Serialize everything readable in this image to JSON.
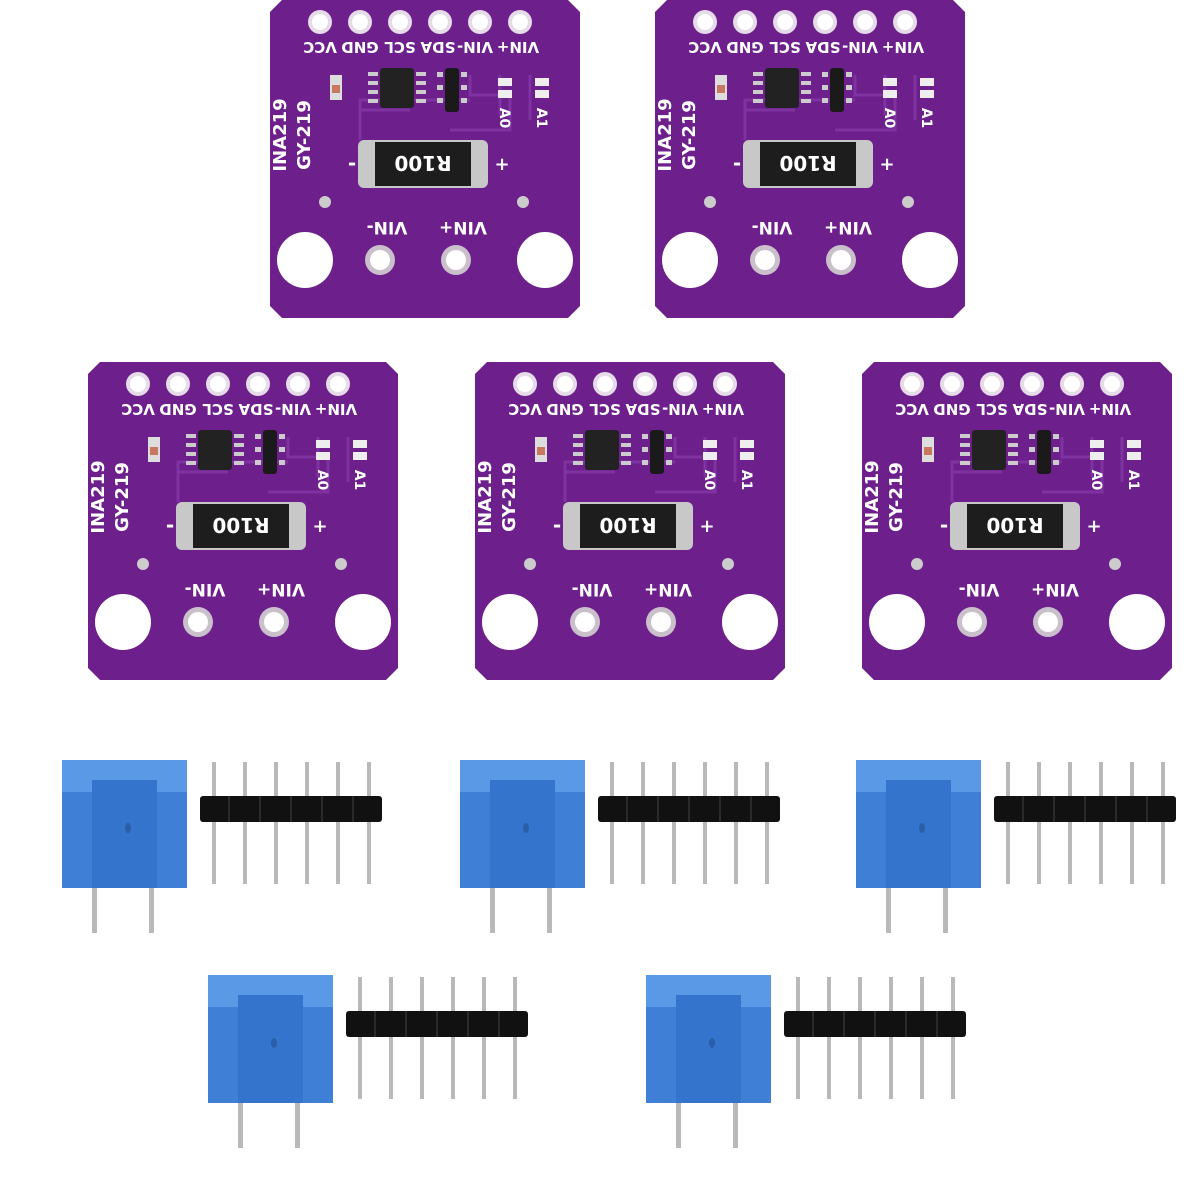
{
  "board": {
    "pin_labels": [
      "VCC",
      "GND",
      "SCL",
      "SDA",
      "VIN-",
      "VIN+"
    ],
    "chip_label": "INA219",
    "model_label": "GY-219",
    "resistor_label": "R100",
    "addr_labels": [
      "A0",
      "A1"
    ],
    "minus": "-",
    "plus": "+",
    "terminal_labels": [
      "VIN-",
      "VIN+"
    ]
  },
  "colors": {
    "pcb": "#6d1f8c",
    "pcb_dark": "#5a1574",
    "trace": "#7e33a0",
    "silk": "#ffffff",
    "terminal_block": "#3f7fd6",
    "header_plastic": "#111111",
    "pin_metal": "#b9b9b9"
  },
  "board_count": 5,
  "kit_count": 5
}
